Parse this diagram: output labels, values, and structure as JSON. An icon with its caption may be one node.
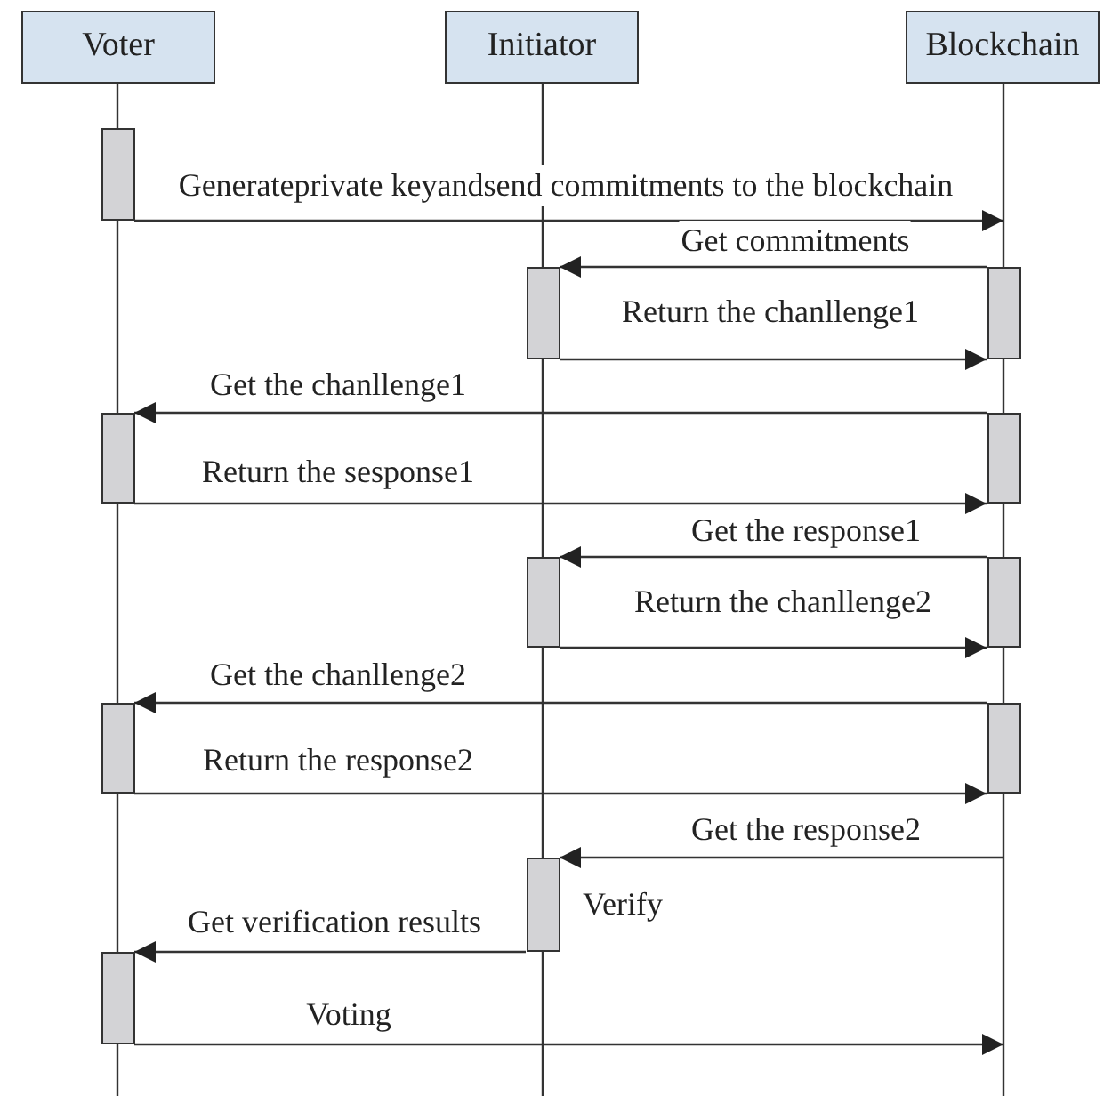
{
  "diagram": {
    "nodes": [
      {
        "text": [
          "Voter"
        ]
      },
      {
        "text": [
          "Initiator"
        ]
      },
      {
        "text": [
          "Blockchain"
        ]
      },
      {
        "text": [],
        "shape": "bar"
      },
      {
        "text": [],
        "shape": "bar"
      },
      {
        "text": [],
        "shape": "bar"
      },
      {
        "text": [],
        "shape": "bar"
      },
      {
        "text": [],
        "shape": "bar"
      },
      {
        "text": [],
        "shape": "bar"
      },
      {
        "text": [],
        "shape": "bar"
      },
      {
        "text": [],
        "shape": "bar"
      },
      {
        "text": [],
        "shape": "bar"
      },
      {
        "text": [],
        "shape": "bar",
        "beside": [
          "Verify"
        ]
      },
      {
        "text": [],
        "shape": "bar"
      }
    ],
    "edges": [
      {
        "from": 3,
        "to": null,
        "arrow": "to",
        "label": "Generateprivate keyandsend commitments to the blockchain"
      },
      {
        "from": 5,
        "to": 4,
        "arrow": "to",
        "label": "Get commitments"
      },
      {
        "from": 4,
        "to": 5,
        "arrow": "to",
        "label": "Return the chanllenge1"
      },
      {
        "from": 7,
        "to": 6,
        "arrow": "to",
        "label": "Get the chanllenge1"
      },
      {
        "from": 6,
        "to": 7,
        "arrow": "to",
        "label": "Return the sesponse1"
      },
      {
        "from": 9,
        "to": 8,
        "arrow": "to",
        "label": "Get the response1"
      },
      {
        "from": 8,
        "to": 9,
        "arrow": "to",
        "label": "Return the chanllenge2"
      },
      {
        "from": 11,
        "to": 10,
        "arrow": "to",
        "label": "Get the chanllenge2"
      },
      {
        "from": 10,
        "to": 11,
        "arrow": "to",
        "label": "Return the response2"
      },
      {
        "from": null,
        "to": 12,
        "arrow": "to",
        "label": "Get the response2"
      },
      {
        "from": 12,
        "to": 13,
        "arrow": "to",
        "label": "Get verification results"
      },
      {
        "from": 13,
        "to": null,
        "arrow": "to",
        "label": "Voting"
      }
    ]
  }
}
